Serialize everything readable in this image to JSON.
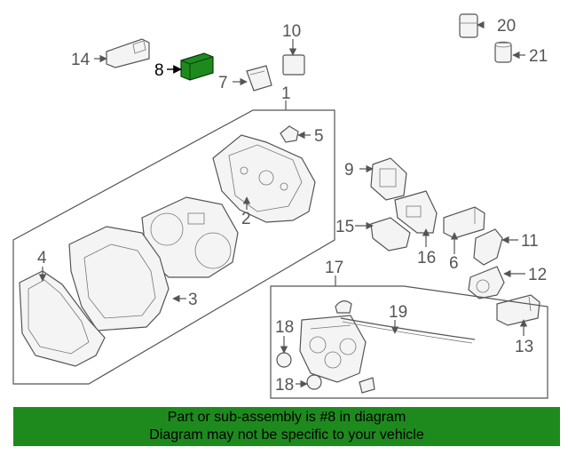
{
  "colors": {
    "highlight": "#1e8a1e",
    "banner": "#1e8a1e",
    "line": "#555555"
  },
  "highlighted_part": "8",
  "callouts": {
    "c1": "1",
    "c2": "2",
    "c3": "3",
    "c4": "4",
    "c5": "5",
    "c6": "6",
    "c7": "7",
    "c8": "8",
    "c9": "9",
    "c10": "10",
    "c11": "11",
    "c12": "12",
    "c13": "13",
    "c14": "14",
    "c15": "15",
    "c16": "16",
    "c17": "17",
    "c18a": "18",
    "c18b": "18",
    "c19": "19",
    "c20": "20",
    "c21": "21"
  },
  "banner": {
    "line1": "Part or sub-assembly is #8 in diagram",
    "line2": "Diagram may not be specific to your vehicle"
  }
}
